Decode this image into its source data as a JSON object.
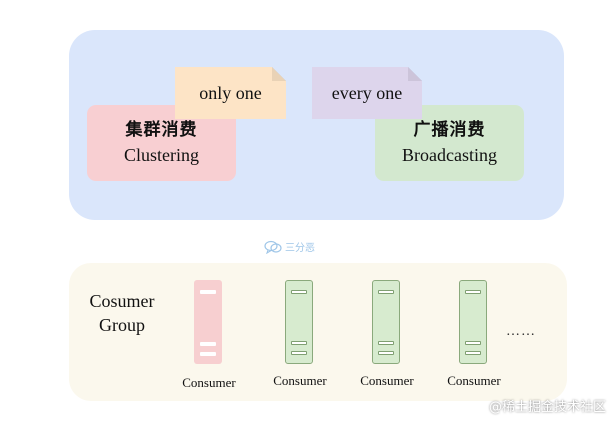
{
  "top_panel": {
    "clustering": {
      "zh": "集群消费",
      "en": "Clustering"
    },
    "broadcasting": {
      "zh": "广播消费",
      "en": "Broadcasting"
    },
    "note_only": "only one",
    "note_every": "every one"
  },
  "bottom_panel": {
    "group_label_line1": "Cosumer",
    "group_label_line2": "Group",
    "consumers": [
      "Consumer",
      "Consumer",
      "Consumer",
      "Consumer"
    ],
    "ellipsis": "……"
  },
  "watermarks": {
    "center": "三分恶",
    "corner": "@稀土掘金技术社区"
  },
  "colors": {
    "top_panel": "#dae6fb",
    "bottom_panel": "#fbf8ed",
    "clustering": "#f8cfd2",
    "broadcasting": "#d3e8cf",
    "note_only": "#fde4c6",
    "note_every": "#ddd5ec"
  }
}
